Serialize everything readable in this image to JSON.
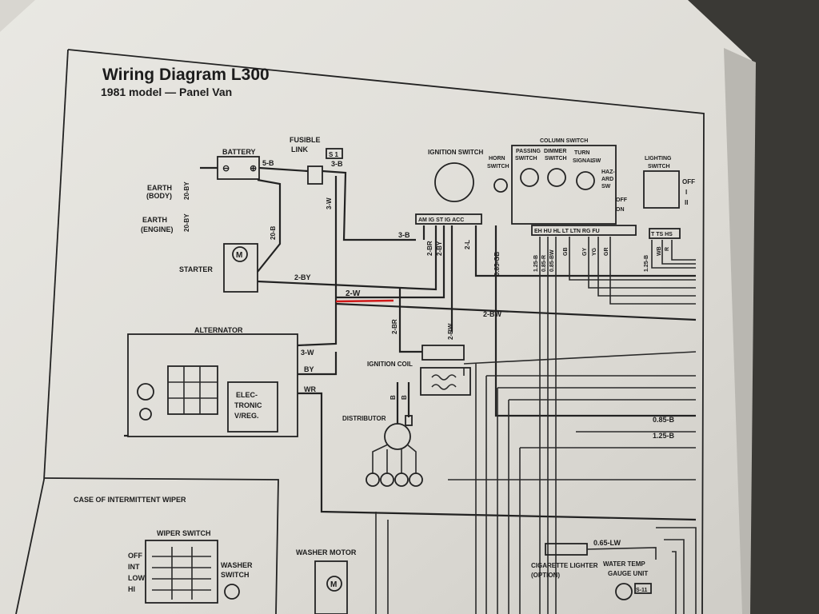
{
  "title": "Wiring Diagram L300",
  "subtitle": "1981 model — Panel Van",
  "components": {
    "battery": "BATTERY",
    "fusible_link": [
      "FUSIBLE",
      "LINK"
    ],
    "fusible_code": "S 1",
    "earth_body": [
      "EARTH",
      "(BODY)"
    ],
    "earth_engine": [
      "EARTH",
      "(ENGINE)"
    ],
    "starter": "STARTER",
    "alternator": "ALTERNATOR",
    "regulator": [
      "ELEC-",
      "TRONIC",
      "V/REG."
    ],
    "ignition_switch": "IGNITION SWITCH",
    "ignition_terminals": "AM  IG  ST  IG  ACC",
    "horn_switch": [
      "HORN",
      "SWITCH"
    ],
    "column_switch": "COLUMN SWITCH",
    "column_sub": [
      "PASSING",
      "SWITCH",
      "DIMMER",
      "SWITCH",
      "TURN",
      "SIGNAL",
      "SW"
    ],
    "hazard": [
      "HAZ-",
      "ARD",
      "SW"
    ],
    "off_on": [
      "OFF",
      "ON"
    ],
    "lighting_switch": [
      "LIGHTING",
      "SWITCH"
    ],
    "lighting_pos": [
      "OFF",
      "I",
      "II"
    ],
    "ignition_coil": "IGNITION COIL",
    "distributor": "DISTRIBUTOR",
    "wiper_case": "CASE OF INTERMITTENT WIPER",
    "wiper_switch": "WIPER SWITCH",
    "wiper_pos": [
      "OFF",
      "INT",
      "LOW",
      "HI"
    ],
    "washer_switch": [
      "WASHER",
      "SWITCH"
    ],
    "washer_motor": "WASHER MOTOR",
    "cig_lighter": [
      "CIGARETTE LIGHTER",
      "(OPTION)"
    ],
    "water_temp": [
      "WATER TEMP",
      "GAUGE UNIT"
    ]
  },
  "wires": {
    "w_5b": "5-B",
    "w_3b_top": "3-B",
    "w_20by_a": "20-BY",
    "w_20by_b": "20-BY",
    "w_20b": "20-B",
    "w_3w_v": "3-W",
    "w_3b_mid": "3-B",
    "w_2by": "2-BY",
    "w_2w": "2-W",
    "w_2bw": "2-BW",
    "w_3w_alt": "3-W",
    "w_by": "BY",
    "w_wr": "WR",
    "w_2br_v": "2-BR",
    "w_2bw_v": "2-BW",
    "w_2br_ig": "2-BR",
    "w_2by_ig": "2-BY",
    "w_2l": "2-L",
    "w_085gb": "0.85-GB",
    "w_125b": "1.25-B",
    "w_wb": "WB",
    "w_r": "R",
    "w_085b": "0.85-B",
    "w_125b_r": "1.25-B",
    "w_065lw": "0.65-LW",
    "w_b1": "B",
    "w_b2": "B",
    "col_terminals": "EH  HU  HL  LT  LTN  RG  FU",
    "lit_terminals": "T  TS  HS",
    "col_wires": [
      "1.25-B",
      "0.85-R",
      "0.85-BW",
      "GB",
      "GY",
      "YG",
      "GR"
    ],
    "code_s11": "S-11"
  }
}
